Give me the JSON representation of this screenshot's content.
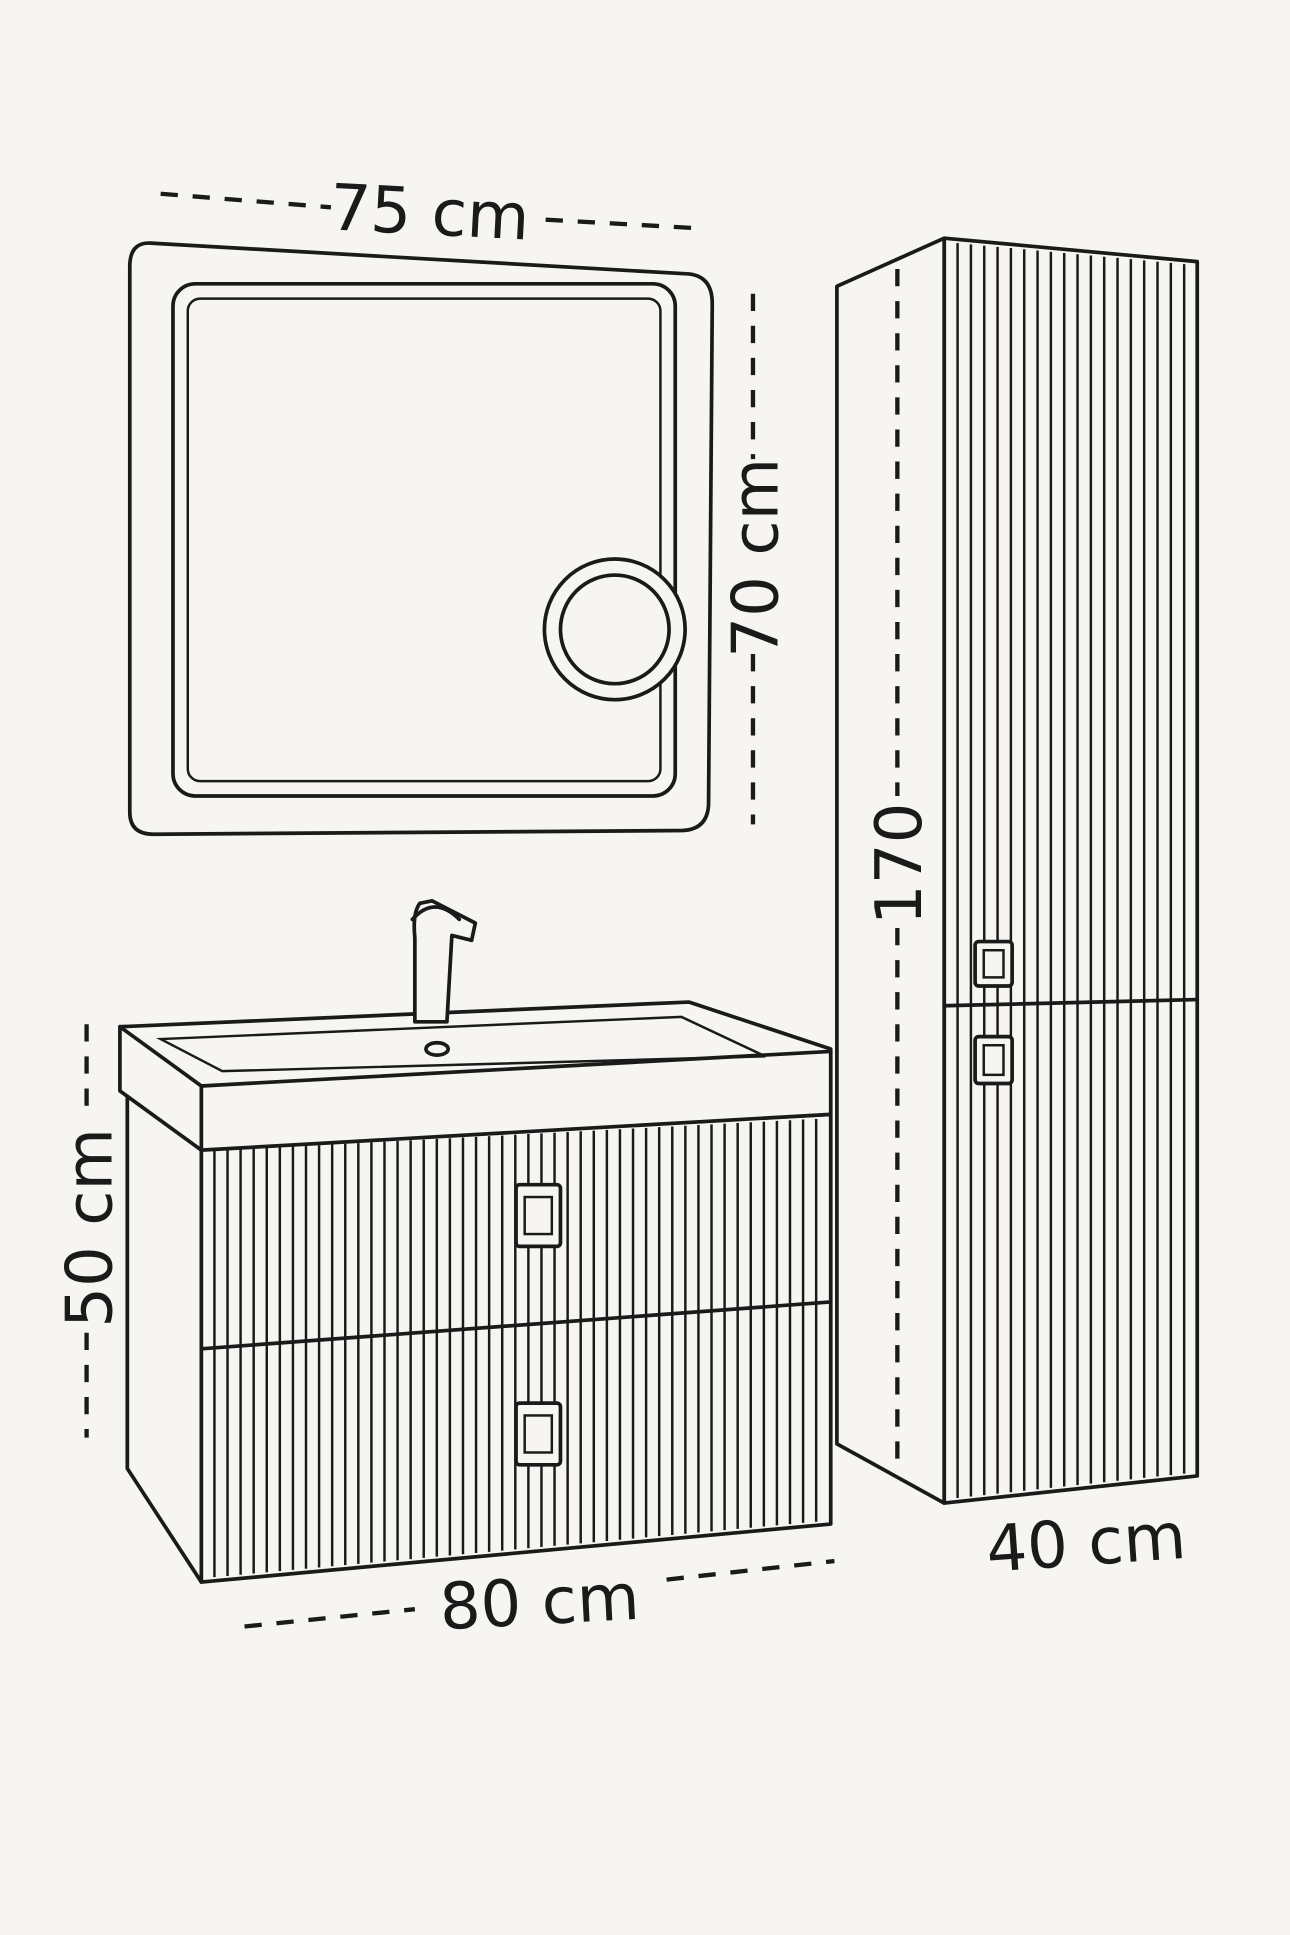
{
  "dimensions": {
    "mirror_width": "75 cm",
    "mirror_height": "70 cm",
    "tall_cabinet_height": "170",
    "vanity_height": "50 cm",
    "vanity_width": "80 cm",
    "tall_cabinet_width": "40 cm"
  },
  "colors": {
    "background": "#f6f5f1",
    "line": "#1a1a1a"
  }
}
